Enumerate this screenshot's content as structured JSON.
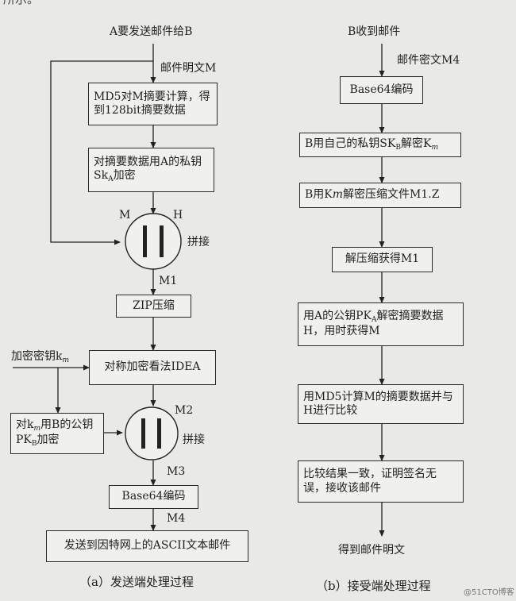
{
  "top_fragment": "所示。",
  "left": {
    "title": "A要发送邮件给B",
    "plaintext_label": "邮件明文M",
    "md5_box": "MD5对M摘要计算，得到128bit摘要数据",
    "encrypt_digest": {
      "pre": "对摘要数据用A的私钥Sk",
      "sub": "A",
      "post": "加密"
    },
    "m_label": "M",
    "h_label": "H",
    "concat1": "拼接",
    "m1": "M1",
    "zip_box": "ZIP压缩",
    "key_label": {
      "pre": "加密密钥k",
      "sub": "m"
    },
    "idea_box": "对称加密看法IDEA",
    "encrypt_key": {
      "pre": "对k",
      "sub1": "m",
      "mid": "用B的公钥PK",
      "sub2": "B",
      "post": "加密"
    },
    "m2": "M2",
    "concat2": "拼接",
    "m3": "M3",
    "base64_box": "Base64编码",
    "m4": "M4",
    "send_box": "发送到因特网上的ASCII文本邮件",
    "caption": "（a）发送端处理过程"
  },
  "right": {
    "title": "B收到邮件",
    "cipher_label": "邮件密文M4",
    "base64_box": "Base64编码",
    "decrypt_key": {
      "pre": "B用自己的私钥SK",
      "sub": "B",
      "mid": "解密K",
      "sub2": "m"
    },
    "decrypt_zip": {
      "pre": "B用K",
      "ital": "m",
      "post": "解密压缩文件M1.Z"
    },
    "unzip_box": "解压缩获得M1",
    "decrypt_digest": {
      "pre": "用A的公钥PK",
      "sub": "A",
      "post": "解密摘要数据H，用时获得M"
    },
    "compare_box": "用MD5计算M的摘要数据并与H进行比较",
    "result_box": "比较结果一致，证明签名无误，接收该邮件",
    "final_label": "得到邮件明文",
    "caption": "（b）接受端处理过程"
  },
  "watermark": "@51CTO博客"
}
